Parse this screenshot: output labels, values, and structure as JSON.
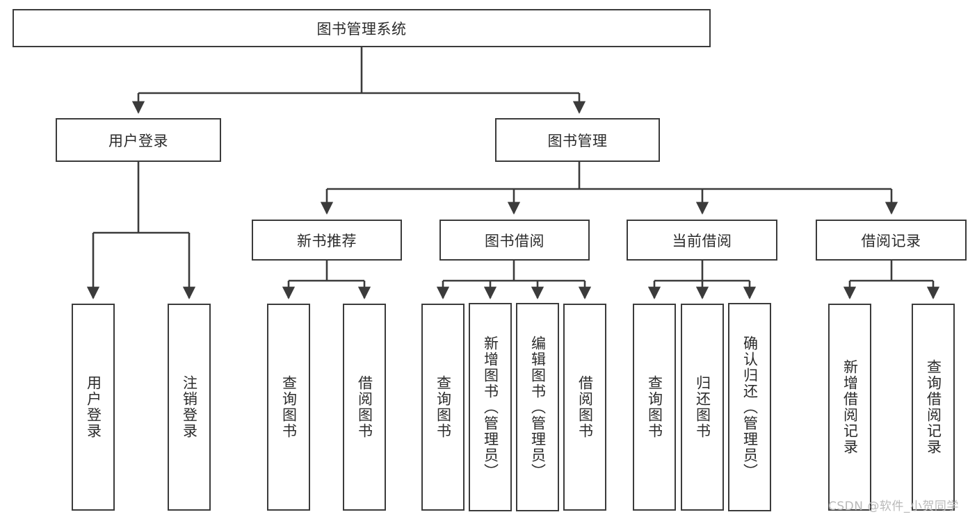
{
  "diagram": {
    "title": "图书管理系统",
    "type": "hierarchy-tree",
    "root": {
      "label": "图书管理系统"
    },
    "level2": [
      {
        "label": "用户登录"
      },
      {
        "label": "图书管理"
      }
    ],
    "level3": [
      {
        "label": "新书推荐"
      },
      {
        "label": "图书借阅"
      },
      {
        "label": "当前借阅"
      },
      {
        "label": "借阅记录"
      }
    ],
    "leaves": {
      "user_login": [
        {
          "label": "用户登录"
        },
        {
          "label": "注销登录"
        }
      ],
      "new_book_recommend": [
        {
          "label": "查询图书"
        },
        {
          "label": "借阅图书"
        }
      ],
      "book_borrow": [
        {
          "label": "查询图书"
        },
        {
          "label": "新增图书（管理员）"
        },
        {
          "label": "编辑图书（管理员）"
        },
        {
          "label": "借阅图书"
        }
      ],
      "current_borrow": [
        {
          "label": "查询图书"
        },
        {
          "label": "归还图书"
        },
        {
          "label": "确认归还（管理员）"
        }
      ],
      "borrow_record": [
        {
          "label": "新增借阅记录"
        },
        {
          "label": "查询借阅记录"
        }
      ]
    }
  },
  "watermark": {
    "text": "CSDN @软件_小贺同学"
  },
  "colors": {
    "stroke": "#3b3b3b",
    "fill": "#ffffff",
    "text": "#2b2b2b",
    "watermark": "#b9b9b9"
  }
}
